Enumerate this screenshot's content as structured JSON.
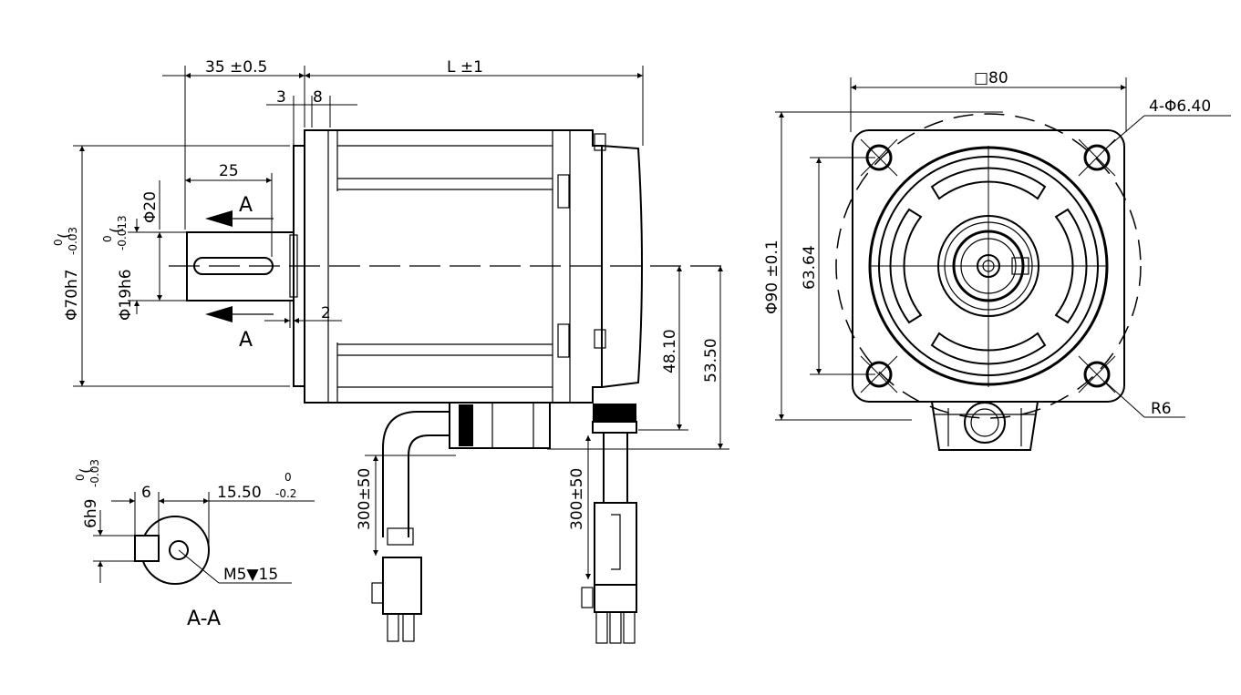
{
  "dimensions": {
    "shaft_length": "35 ±0.5",
    "body_length": "L ±1",
    "flange_3": "3",
    "flange_8": "8",
    "key_length": "25",
    "shaft_dia": "Φ20",
    "pilot_dia": "Φ70h7",
    "pilot_tol_upper": "0",
    "pilot_tol_lower": "-0.03",
    "shaft_fit": "Φ19h6",
    "shaft_tol_upper": "0",
    "shaft_tol_lower": "-0.013",
    "offset_2": "2",
    "height_4810": "48.10",
    "height_5350": "53.50",
    "cable_1": "300±50",
    "cable_2": "300±50",
    "square": "□80",
    "holes": "4-Φ6.40",
    "bolt_circle": "Φ90 ±0.1",
    "hole_pitch": "63.64",
    "corner_radius": "R6",
    "key_width": "6h9",
    "key_tol_upper": "0",
    "key_tol_lower": "-0.03",
    "key_6": "6",
    "key_depth": "15.50",
    "key_depth_upper": "0",
    "key_depth_lower": "-0.2",
    "thread": "M5▼15"
  },
  "labels": {
    "section_a_top": "A",
    "section_a_bottom": "A",
    "section_view": "A-A"
  },
  "colors": {
    "line": "#000000",
    "background": "#ffffff"
  }
}
